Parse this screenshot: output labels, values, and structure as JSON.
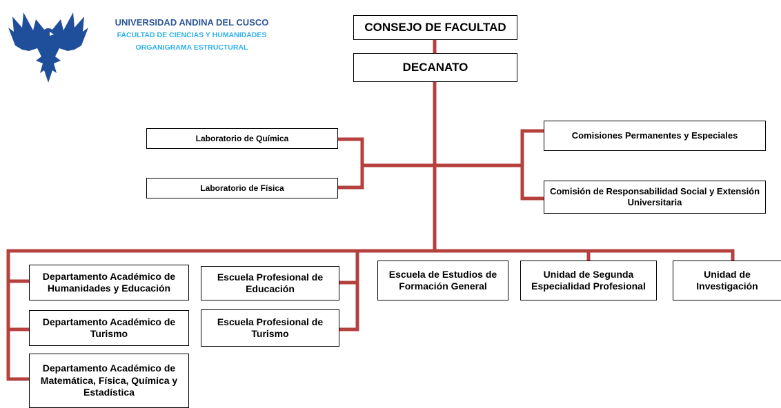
{
  "header": {
    "university": "UNIVERSIDAD ANDINA DEL CUSCO",
    "faculty": "FACULTAD DE CIENCIAS Y HUMANIDADES",
    "doc_title": "ORGANIGRAMA ESTRUCTURAL",
    "logo_icon": "eagle-logo-icon"
  },
  "colors": {
    "connector": "#b5413f",
    "title": "#2f5597",
    "subtitle": "#2fb1ee"
  },
  "nodes": {
    "consejo": "CONSEJO DE FACULTAD",
    "decanato": "DECANATO",
    "lab_quimica": "Laboratorio de Química",
    "lab_fisica": "Laboratorio de Física",
    "comisiones": "Comisiones Permanentes y Especiales",
    "comision_rs": "Comisión de Responsabilidad Social y Extensión Universitaria",
    "depto_humanidades": "Departamento Académico de Humanidades y Educación",
    "depto_turismo": "Departamento Académico de Turismo",
    "depto_matematica": "Departamento Académico de Matemática, Física, Química y Estadística",
    "escuela_educacion": "Escuela Profesional de Educación",
    "escuela_turismo": "Escuela Profesional de Turismo",
    "escuela_estudios": "Escuela de Estudios de Formación General",
    "unidad_segunda": "Unidad de Segunda Especialidad Profesional",
    "unidad_investigacion": "Unidad de Investigación"
  }
}
